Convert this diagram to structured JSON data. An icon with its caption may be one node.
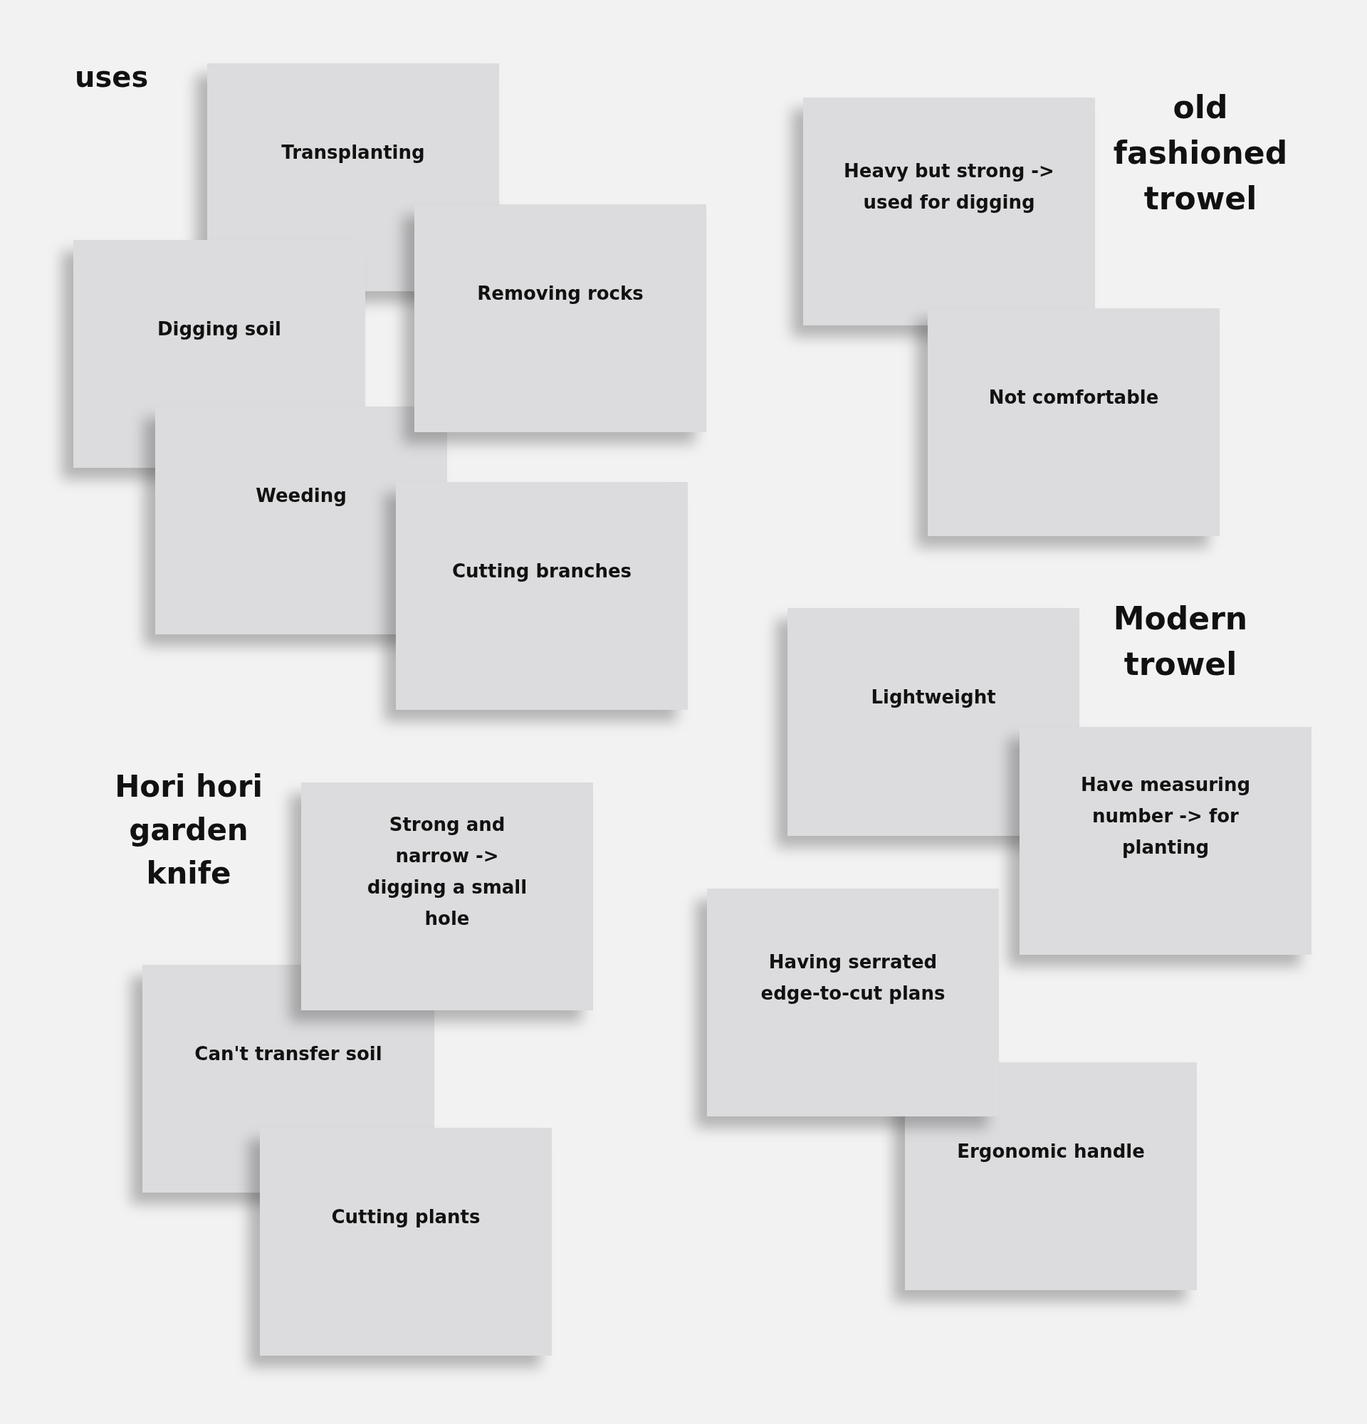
{
  "diagram": {
    "nodes": [
      {
        "text": [
          "Transplanting"
        ]
      },
      {
        "text": [
          "Removing rocks"
        ]
      },
      {
        "text": [
          "Digging soil"
        ]
      },
      {
        "text": [
          "Weeding"
        ]
      },
      {
        "text": [
          "Cutting branches"
        ]
      },
      {
        "text": [
          "Heavy but strong -> used for digging"
        ]
      },
      {
        "text": [
          "Not comfortable"
        ]
      },
      {
        "text": [
          "Lightweight"
        ]
      },
      {
        "text": [
          "Have measuring number -> for planting"
        ]
      },
      {
        "text": [
          "Having serrated edge-to-cut plans"
        ]
      },
      {
        "text": [
          "Ergonomic handle"
        ]
      },
      {
        "text": [
          "Strong and narrow -> digging a small hole"
        ]
      },
      {
        "text": [
          "Can't transfer soil"
        ]
      },
      {
        "text": [
          "Cutting plants"
        ]
      }
    ],
    "labels": [
      "uses",
      "old fashioned trowel",
      "Modern trowel",
      "Hori hori garden knife"
    ]
  }
}
